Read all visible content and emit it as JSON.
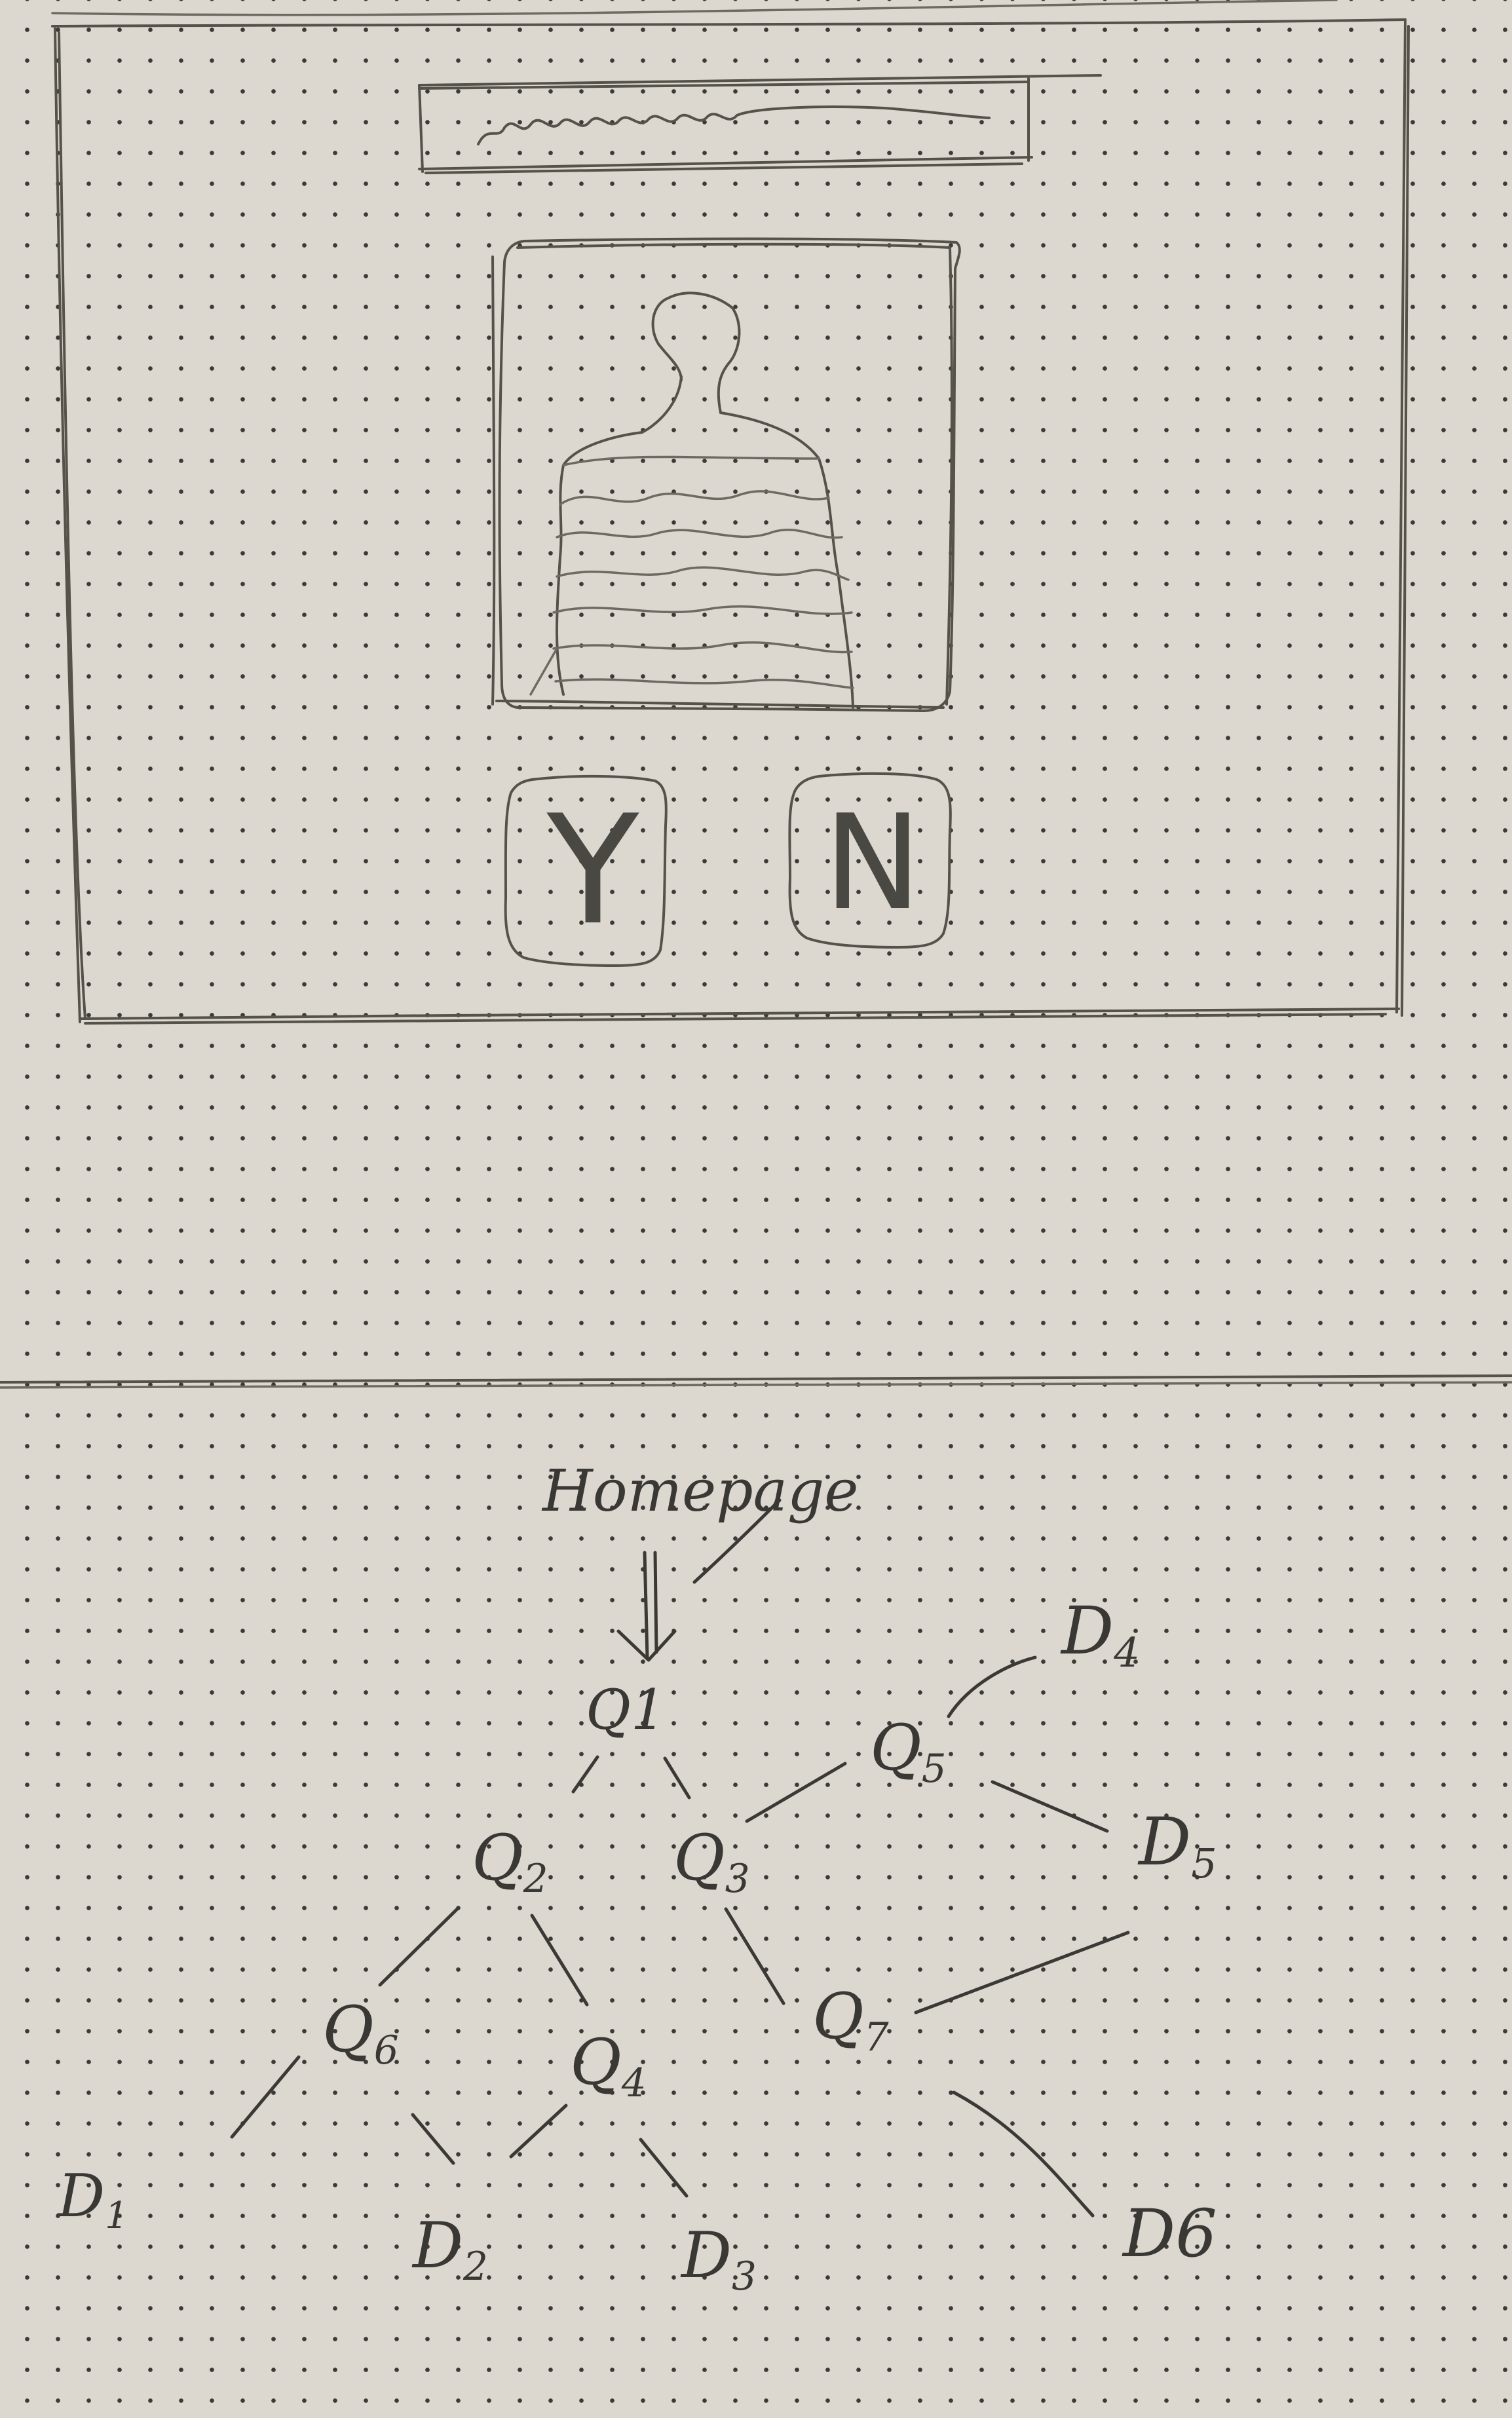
{
  "mockup": {
    "title_bar_text": "",
    "image_label": "",
    "yes_button": {
      "label": "Y"
    },
    "no_button": {
      "label": "N"
    }
  },
  "flow": {
    "entry": {
      "label": "Homepage"
    },
    "nodes": [
      {
        "id": "Q1",
        "letter": "Q",
        "num": "1",
        "inline": true
      },
      {
        "id": "Q2",
        "letter": "Q",
        "num": "2"
      },
      {
        "id": "Q3",
        "letter": "Q",
        "num": "3"
      },
      {
        "id": "Q4",
        "letter": "Q",
        "num": "4"
      },
      {
        "id": "Q5",
        "letter": "Q",
        "num": "5"
      },
      {
        "id": "Q6",
        "letter": "Q",
        "num": "6"
      },
      {
        "id": "Q7",
        "letter": "Q",
        "num": "7"
      },
      {
        "id": "D1",
        "letter": "D",
        "num": "1"
      },
      {
        "id": "D2",
        "letter": "D",
        "num": "2"
      },
      {
        "id": "D3",
        "letter": "D",
        "num": "3"
      },
      {
        "id": "D4",
        "letter": "D",
        "num": "4"
      },
      {
        "id": "D5",
        "letter": "D",
        "num": "5"
      },
      {
        "id": "D6",
        "letter": "D",
        "num": "6"
      }
    ],
    "edges": [
      [
        "Homepage",
        "Q1"
      ],
      [
        "Q1",
        "Q2"
      ],
      [
        "Q1",
        "Q3"
      ],
      [
        "Q2",
        "Q6"
      ],
      [
        "Q2",
        "Q4"
      ],
      [
        "Q3",
        "Q5"
      ],
      [
        "Q3",
        "Q7"
      ],
      [
        "Q5",
        "D4"
      ],
      [
        "Q5",
        "D5"
      ],
      [
        "Q6",
        "D1"
      ],
      [
        "Q6",
        "D2"
      ],
      [
        "Q4",
        "D2"
      ],
      [
        "Q4",
        "D3"
      ],
      [
        "Q7",
        "D5"
      ],
      [
        "Q7",
        "D6"
      ]
    ]
  }
}
